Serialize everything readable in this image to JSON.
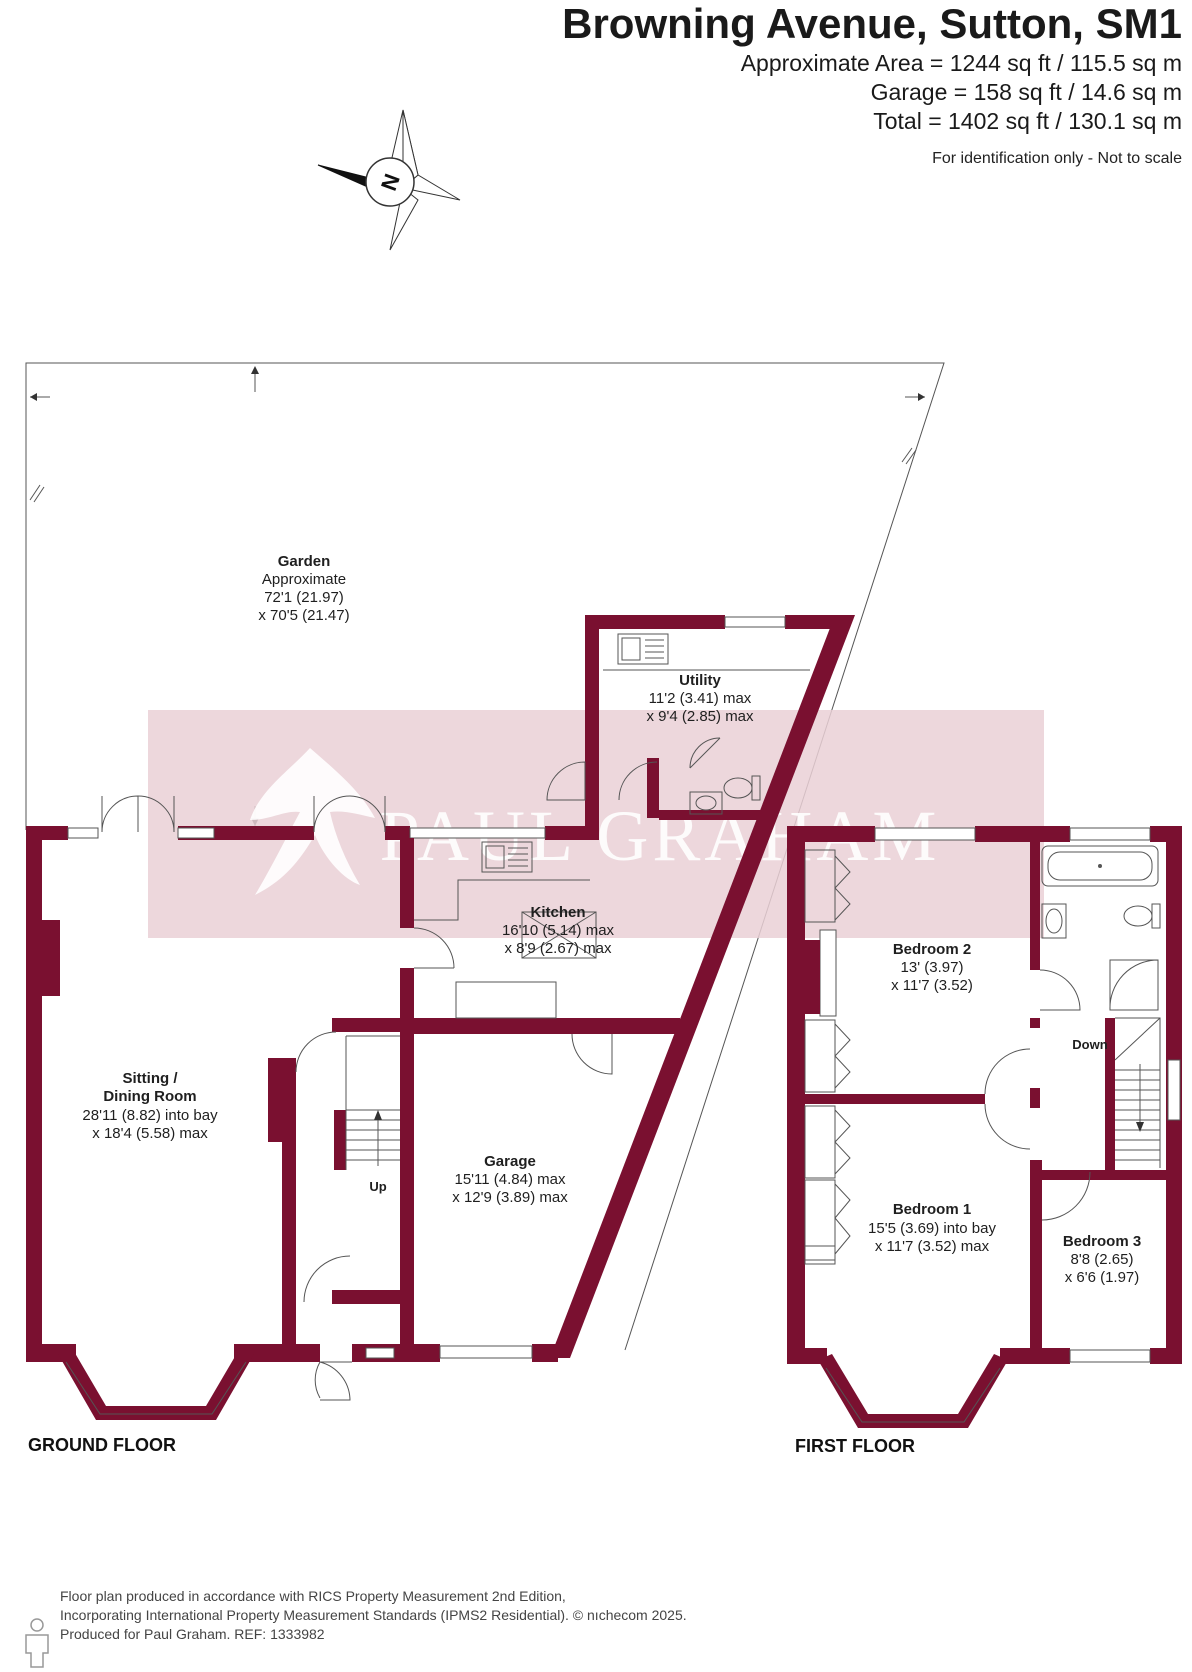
{
  "header": {
    "title": "Browning Avenue, Sutton, SM1",
    "area_lines": [
      "Approximate Area = 1244 sq ft / 115.5 sq m",
      "Garage = 158 sq ft / 14.6 sq m",
      "Total = 1402 sq ft / 130.1 sq m"
    ],
    "note": "For identification only - Not to scale"
  },
  "compass": {
    "letter": "N"
  },
  "watermark": "PAUL GRAHAM",
  "ground_floor": {
    "label": "GROUND FLOOR",
    "rooms": {
      "garden": [
        "Garden",
        "Approximate",
        "72'1 (21.97)",
        "x 70'5 (21.47)"
      ],
      "utility": [
        "Utility",
        "11'2 (3.41) max",
        "x 9'4 (2.85) max"
      ],
      "kitchen": [
        "Kitchen",
        "16'10 (5.14) max",
        "x 8'9 (2.67) max"
      ],
      "sitting": [
        "Sitting /",
        "Dining Room",
        "28'11 (8.82) into bay",
        "x 18'4 (5.58) max"
      ],
      "garage": [
        "Garage",
        "15'11 (4.84) max",
        "x 12'9 (3.89) max"
      ]
    },
    "stairs_label": "Up"
  },
  "first_floor": {
    "label": "FIRST FLOOR",
    "rooms": {
      "bedroom2": [
        "Bedroom 2",
        "13' (3.97)",
        "x 11'7 (3.52)"
      ],
      "bedroom1": [
        "Bedroom 1",
        "15'5 (3.69) into bay",
        "x 11'7 (3.52) max"
      ],
      "bedroom3": [
        "Bedroom 3",
        "8'8 (2.65)",
        "x 6'6 (1.97)"
      ]
    },
    "stairs_label": "Down"
  },
  "footer": {
    "lines": [
      "Floor plan produced in accordance with RICS Property Measurement 2nd Edition,",
      "Incorporating International Property Measurement Standards (IPMS2 Residential).  © nıchecom 2025.",
      "Produced for Paul Graham.   REF: 1333982"
    ]
  },
  "colors": {
    "wall": "#7a1030",
    "watermark_band": "#ead0d6"
  }
}
